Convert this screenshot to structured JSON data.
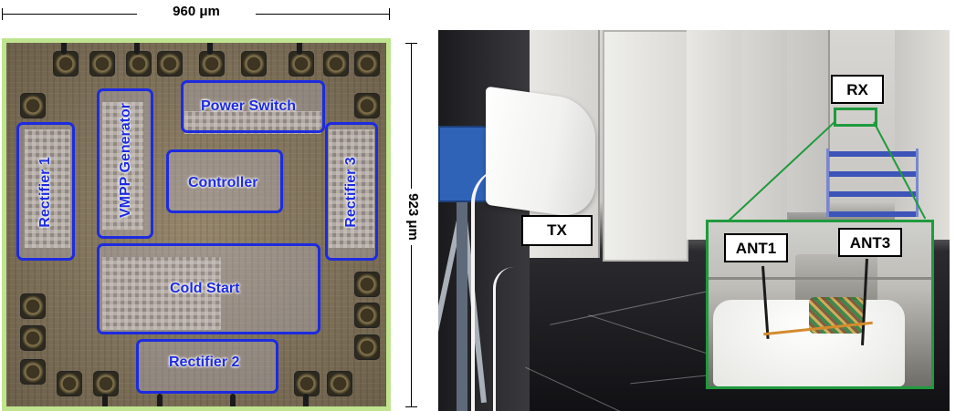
{
  "figure": {
    "width_label": "960 μm",
    "height_label": "923 μm",
    "chip_blocks": [
      {
        "id": "power-switch",
        "label": "Power Switch"
      },
      {
        "id": "vmpp-generator",
        "label": "VMPP Generator"
      },
      {
        "id": "controller",
        "label": "Controller"
      },
      {
        "id": "cold-start",
        "label": "Cold Start"
      },
      {
        "id": "rectifier-1",
        "label": "Rectifier 1"
      },
      {
        "id": "rectifier-2",
        "label": "Rectifier 2"
      },
      {
        "id": "rectifier-3",
        "label": "Rectifier 3"
      }
    ],
    "photo_labels": {
      "tx": "TX",
      "rx": "RX",
      "ant1": "ANT1",
      "ant3": "ANT3"
    },
    "colors": {
      "block_outline": "#1d2be0",
      "inset_outline": "#1f9a3d"
    }
  }
}
